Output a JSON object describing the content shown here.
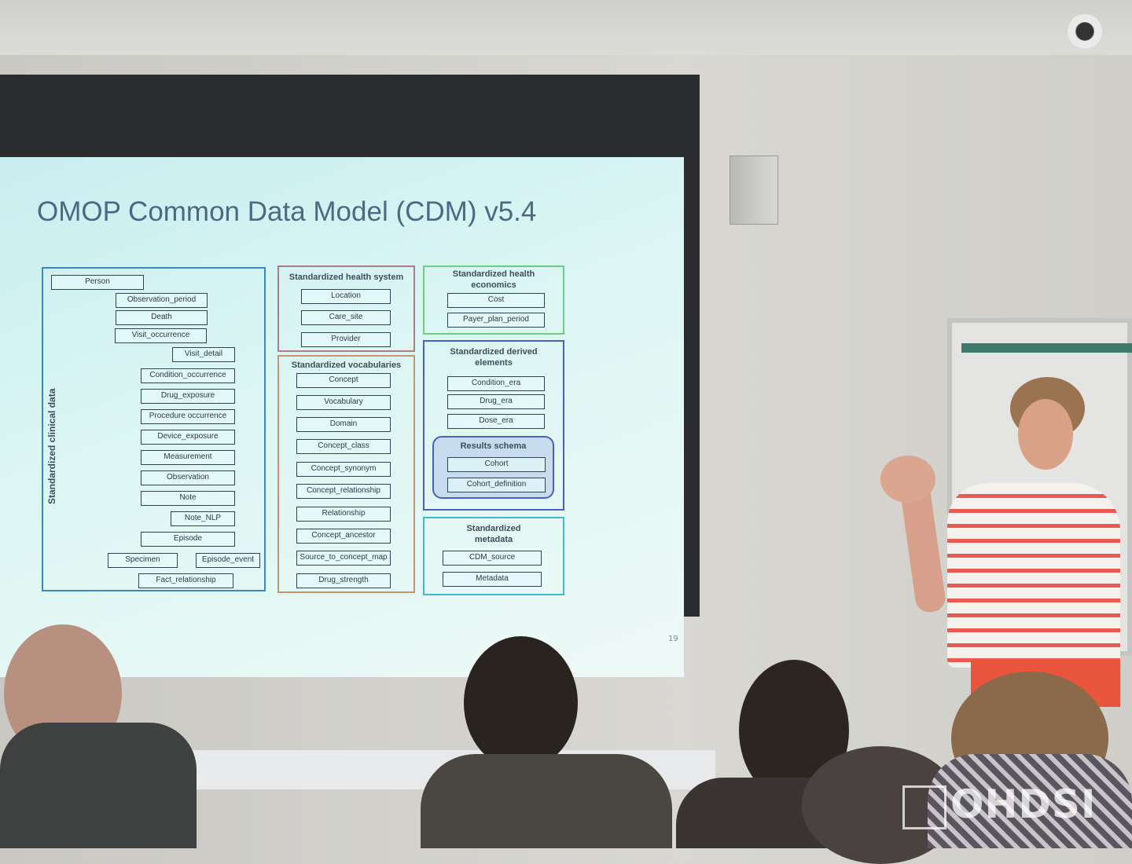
{
  "slide": {
    "title": "OMOP Common Data Model (CDM) v5.4",
    "page_number": "19",
    "groups": {
      "clinical": {
        "title": "Standardized clinical data",
        "tables": [
          "Person",
          "Observation_period",
          "Death",
          "Visit_occurrence",
          "Visit_detail",
          "Condition_occurrence",
          "Drug_exposure",
          "Procedure occurrence",
          "Device_exposure",
          "Measurement",
          "Observation",
          "Note",
          "Note_NLP",
          "Episode",
          "Specimen",
          "Episode_event",
          "Fact_relationship"
        ]
      },
      "health_system": {
        "title": "Standardized health system",
        "tables": [
          "Location",
          "Care_site",
          "Provider"
        ]
      },
      "vocabularies": {
        "title": "Standardized vocabularies",
        "tables": [
          "Concept",
          "Vocabulary",
          "Domain",
          "Concept_class",
          "Concept_synonym",
          "Concept_relationship",
          "Relationship",
          "Concept_ancestor",
          "Source_to_concept_map",
          "Drug_strength"
        ]
      },
      "health_economics": {
        "title": "Standardized health economics",
        "tables": [
          "Cost",
          "Payer_plan_period"
        ]
      },
      "derived": {
        "title": "Standardized derived elements",
        "tables": [
          "Condition_era",
          "Drug_era",
          "Dose_era"
        ]
      },
      "results": {
        "title": "Results schema",
        "tables": [
          "Cohort",
          "Cohort_definition"
        ]
      },
      "metadata": {
        "title": "Standardized metadata",
        "tables": [
          "CDM_source",
          "Metadata"
        ]
      }
    }
  },
  "watermark": "OHDSI",
  "colors": {
    "clinical": "#3a88c0",
    "health_system": "#b07a88",
    "vocabularies": "#c8946a",
    "health_economics": "#6ad080",
    "derived": "#4a60c0",
    "metadata": "#40b8d0"
  }
}
